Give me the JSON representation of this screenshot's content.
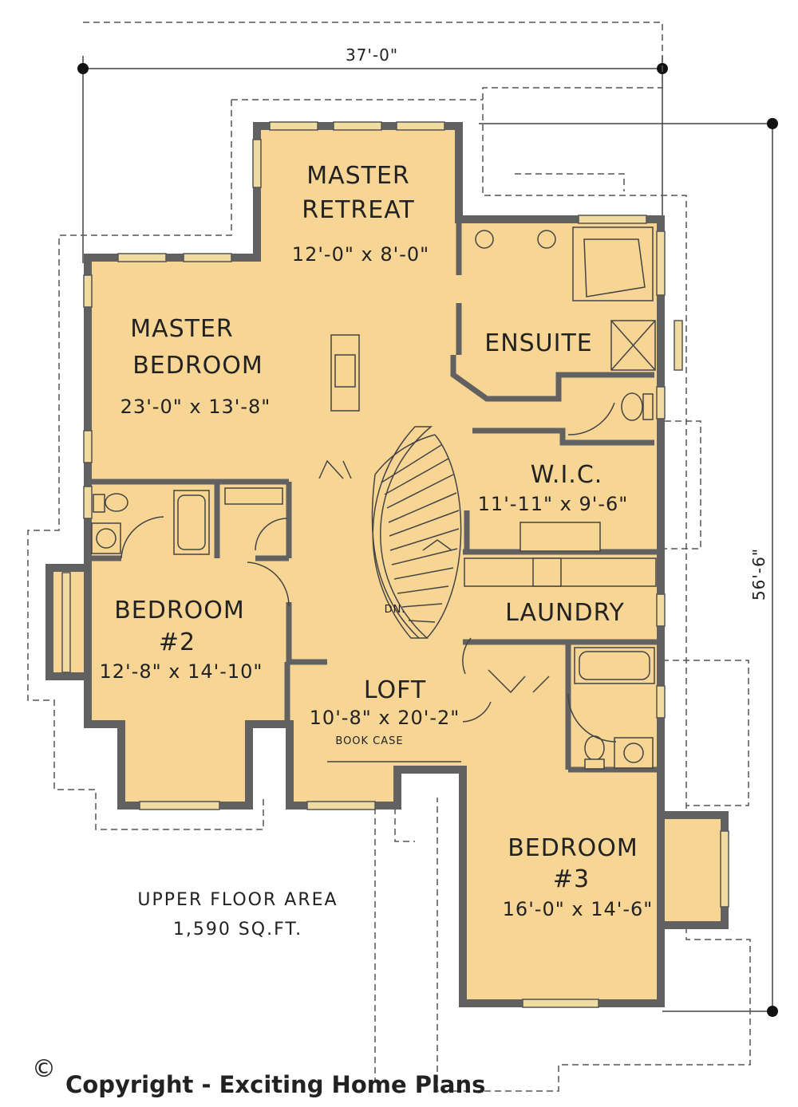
{
  "plan": {
    "dimension_width": "37'-0\"",
    "dimension_depth": "56'-6\"",
    "rooms": {
      "master_retreat": {
        "name_line1": "MASTER",
        "name_line2": "RETREAT",
        "size": "12'-0\" x 8'-0\""
      },
      "master_bedroom": {
        "name_line1": "MASTER",
        "name_line2": "BEDROOM",
        "size": "23'-0\" x 13'-8\""
      },
      "ensuite": {
        "name": "ENSUITE"
      },
      "wic": {
        "name": "W.I.C.",
        "size": "11'-11\" x 9'-6\""
      },
      "laundry": {
        "name": "LAUNDRY"
      },
      "bedroom2": {
        "name_line1": "BEDROOM",
        "name_line2": "#2",
        "size": "12'-8\" x 14'-10\""
      },
      "loft": {
        "name": "LOFT",
        "size": "10'-8\" x 20'-2\"",
        "note": "BOOK CASE"
      },
      "bedroom3": {
        "name_line1": "BEDROOM",
        "name_line2": "#3",
        "size": "16'-0\" x 14'-6\""
      }
    },
    "stair_label": "DN.",
    "floor_area_line1": "UPPER FLOOR AREA",
    "floor_area_line2": "1,590 SQ.FT."
  },
  "copyright": {
    "symbol": "©",
    "text": "Copyright - Exciting Home Plans"
  },
  "colors": {
    "floor": "#f7d594",
    "walls": "#616161",
    "lines": "#444444"
  }
}
